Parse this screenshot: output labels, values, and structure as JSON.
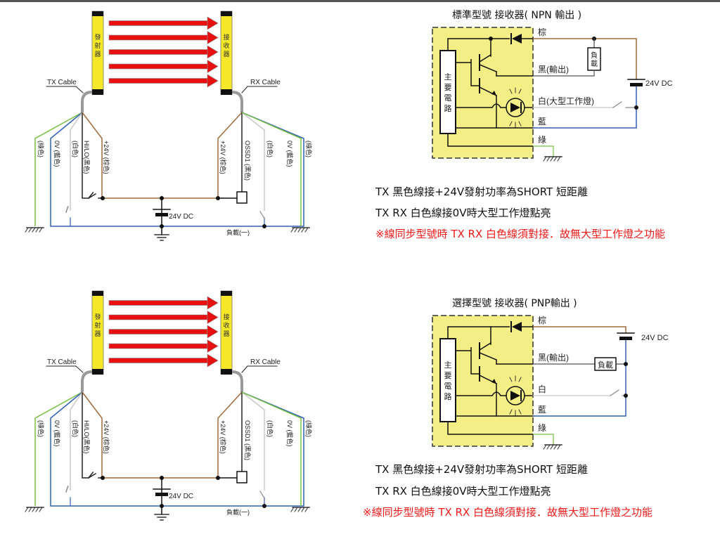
{
  "colors": {
    "brown": "#a0693a",
    "blue": "#3060b8",
    "green": "#78c040",
    "white_wire": "#c8c8c8",
    "black_wire": "#222222",
    "beam": "#e81010",
    "sensor_yellow": "#f5e828",
    "box_yellow": "#f3ef86",
    "note_red": "#f01818"
  },
  "wiring_diagrams": [
    {
      "tx_label": "TX Cable",
      "rx_label": "RX Cable",
      "tx_unit": [
        "發",
        "射",
        "器"
      ],
      "rx_unit": [
        "接",
        "收",
        "器"
      ],
      "tx_wires": [
        "(綠色)",
        "0V (藍色)",
        "(白色)",
        "HI/LO(黑色)",
        "+24V (棕色)"
      ],
      "rx_wires": [
        "+24V (棕色)",
        "OSSD1 (黑色)",
        "(白色)",
        "0V (藍色)",
        "(綠色)"
      ],
      "supply_label": "24V DC",
      "load_label": "負載(一)"
    },
    {
      "tx_label": "TX Cable",
      "rx_label": "RX Cable",
      "tx_unit": [
        "發",
        "射",
        "器"
      ],
      "rx_unit": [
        "接",
        "收",
        "器"
      ],
      "tx_wires": [
        "(綠色)",
        "0V (藍色)",
        "(白色)",
        "HI/LO(黑色)",
        "+24V (棕色)"
      ],
      "rx_wires": [
        "+24V (棕色)",
        "OSSD1 (黑色)",
        "(白色)",
        "0V (藍色)",
        "(綠色)"
      ],
      "supply_label": "24V DC",
      "load_label": "負載(一)"
    }
  ],
  "receivers": [
    {
      "title": "標準型號 接收器( NPN 輸出 )",
      "main_circuit": [
        "主",
        "要",
        "電",
        "路"
      ],
      "terminals": [
        "棕",
        "黑(輸出)",
        "白(大型工作燈)",
        "藍",
        "綠"
      ],
      "load": [
        "負",
        "載"
      ],
      "supply": "24V DC"
    },
    {
      "title": "選擇型號 接收器( PNP輸出 )",
      "main_circuit": [
        "主",
        "要",
        "電",
        "路"
      ],
      "terminals": [
        "棕",
        "黑(輸出)",
        "白",
        "藍",
        "綠"
      ],
      "load": [
        "負載"
      ],
      "supply": "24V DC"
    }
  ],
  "notes": [
    {
      "line1": "TX 黑色線接+24V發射功率為SHORT 短距離",
      "line2": "TX RX 白色線接0V時大型工作燈點亮",
      "warning": "※線同步型號時 TX RX 白色線須對接．故無大型工作燈之功能"
    },
    {
      "line1": "TX 黑色線接+24V發射功率為SHORT 短距離",
      "line2": "TX RX 白色線接0V時大型工作燈點亮",
      "warning": "※線同步型號時 TX RX 白色線須對接．故無大型工作燈之功能"
    }
  ]
}
